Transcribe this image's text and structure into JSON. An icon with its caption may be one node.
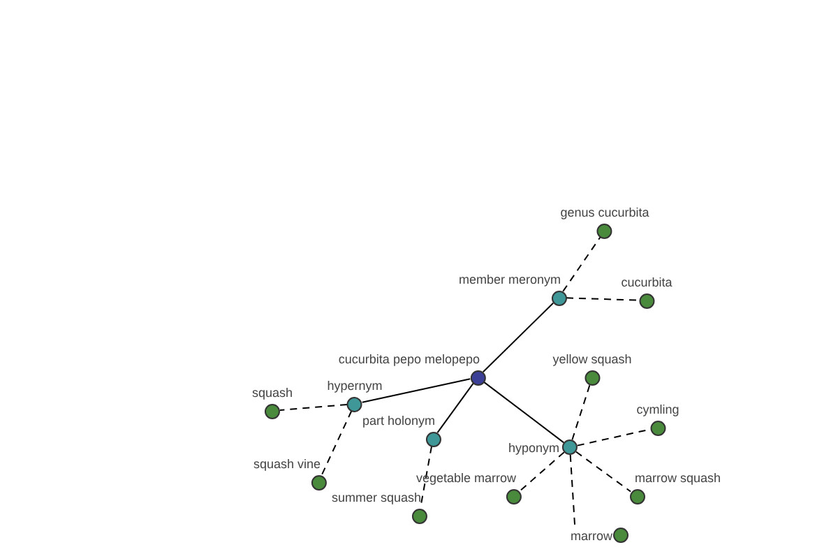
{
  "diagram": {
    "nodes": [
      {
        "text": [
          "cucurbita pepo melopepo"
        ]
      },
      {
        "text": [
          "member meronym"
        ]
      },
      {
        "text": [
          "genus cucurbita"
        ]
      },
      {
        "text": [
          "cucurbita"
        ]
      },
      {
        "text": [
          "hypernym"
        ]
      },
      {
        "text": [
          "squash"
        ]
      },
      {
        "text": [
          "squash vine"
        ]
      },
      {
        "text": [
          "part holonym"
        ]
      },
      {
        "text": [
          "summer squash"
        ]
      },
      {
        "text": [
          "yellow squash"
        ]
      },
      {
        "text": [
          "hyponym"
        ]
      },
      {
        "text": [
          "cymling"
        ]
      },
      {
        "text": [
          "vegetable marrow"
        ]
      },
      {
        "text": [
          "marrow"
        ]
      },
      {
        "text": [
          "marrow squash"
        ]
      }
    ],
    "edges": [
      {
        "from": 0,
        "to": 1,
        "arrow": "none"
      },
      {
        "from": 0,
        "to": 4,
        "arrow": "none"
      },
      {
        "from": 0,
        "to": 7,
        "arrow": "none"
      },
      {
        "from": 0,
        "to": 10,
        "arrow": "none"
      },
      {
        "from": 1,
        "to": 2,
        "arrow": "none",
        "style": "dashed"
      },
      {
        "from": 1,
        "to": 3,
        "arrow": "none",
        "style": "dashed"
      },
      {
        "from": 4,
        "to": 5,
        "arrow": "none",
        "style": "dashed"
      },
      {
        "from": 4,
        "to": 6,
        "arrow": "none",
        "style": "dashed"
      },
      {
        "from": 7,
        "to": 8,
        "arrow": "none",
        "style": "dashed"
      },
      {
        "from": 10,
        "to": 9,
        "arrow": "none",
        "style": "dashed"
      },
      {
        "from": 10,
        "to": 11,
        "arrow": "none",
        "style": "dashed"
      },
      {
        "from": 10,
        "to": 12,
        "arrow": "none",
        "style": "dashed"
      },
      {
        "from": 10,
        "to": 13,
        "arrow": "none",
        "style": "dashed"
      },
      {
        "from": 10,
        "to": 14,
        "arrow": "none",
        "style": "dashed"
      }
    ]
  }
}
